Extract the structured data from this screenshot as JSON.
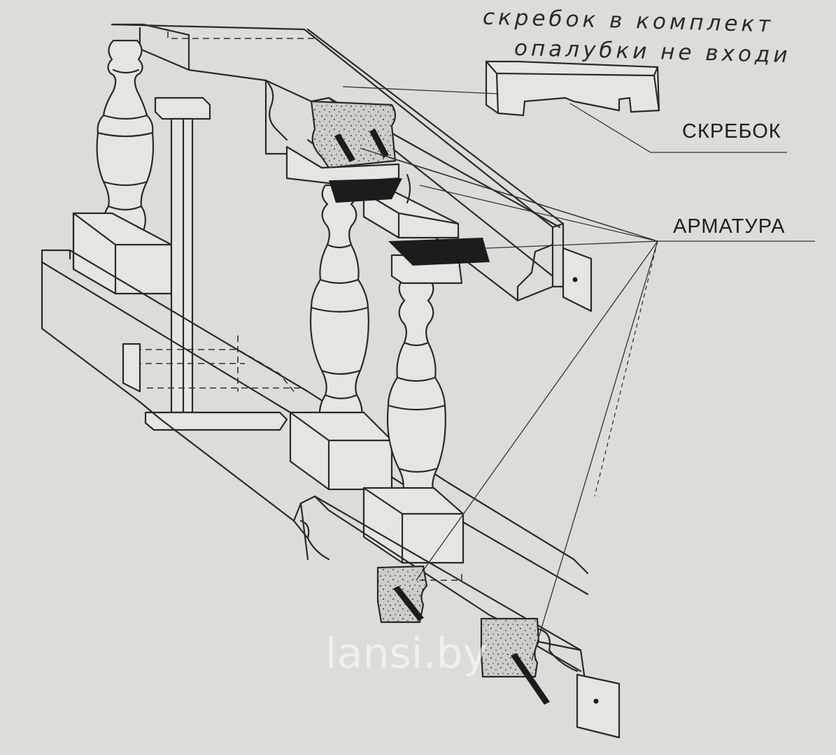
{
  "note": {
    "line1": "скребок в комплект",
    "line2": "опалубки не входи"
  },
  "labels": {
    "scraper": "СКРЕБОК",
    "rebar": "АРМАТУРА"
  },
  "watermark": "lansi.by",
  "colors": {
    "paper": "#dddcd9",
    "ink": "#2b2a2a"
  }
}
